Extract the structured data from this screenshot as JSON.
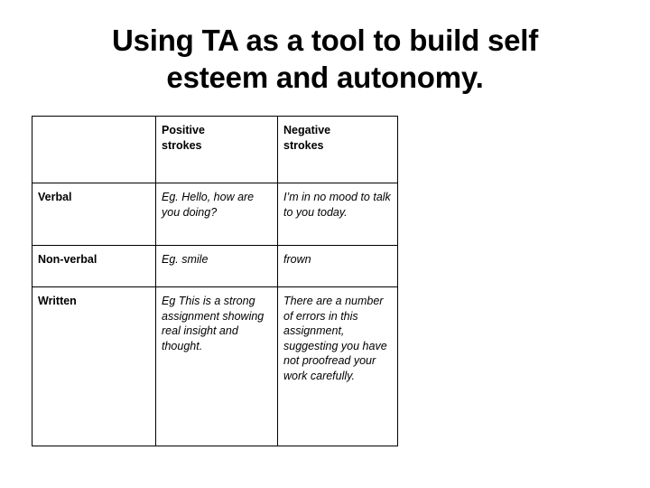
{
  "slide": {
    "title": "Using TA as a tool to build self\nesteem and autonomy.",
    "background_color": "#ffffff",
    "text_color": "#000000",
    "border_color": "#000000"
  },
  "table": {
    "columns": [
      {
        "key": "label",
        "header": ""
      },
      {
        "key": "positive",
        "header": "Positive\nstrokes"
      },
      {
        "key": "negative",
        "header": "Negative\nstrokes"
      }
    ],
    "rows": [
      {
        "label": "Verbal",
        "positive": "Eg. Hello, how are you doing?",
        "negative": "I’m in no mood to talk to you today."
      },
      {
        "label": "Non-verbal",
        "positive": "Eg. smile",
        "negative": "frown"
      },
      {
        "label": "Written",
        "positive": "Eg This is a strong assignment showing real insight and thought.",
        "negative": "There are a number of errors in this assignment, suggesting you have not proofread your work carefully."
      }
    ]
  }
}
